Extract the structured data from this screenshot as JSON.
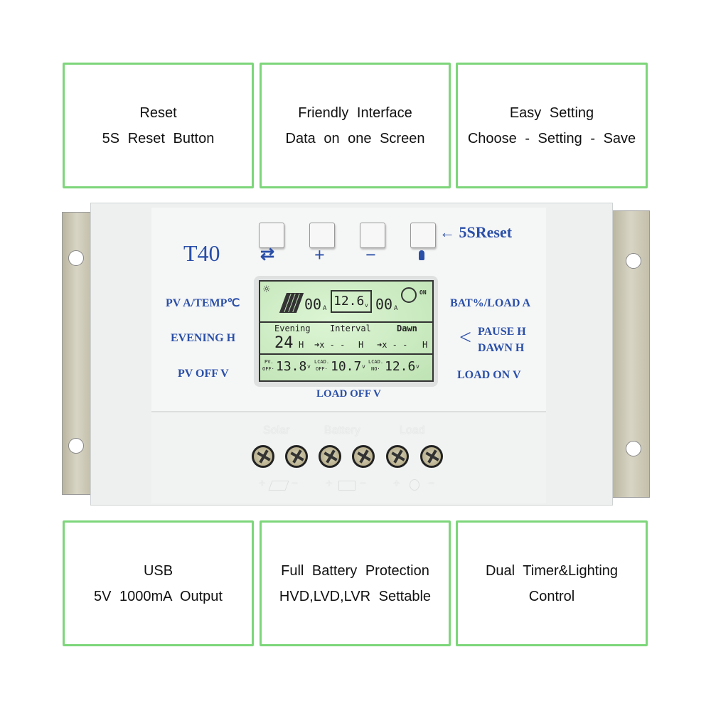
{
  "features_top": [
    {
      "line1": "Reset",
      "line2": "5S Reset Button"
    },
    {
      "line1": "Friendly Interface",
      "line2": "Data on one Screen"
    },
    {
      "line1": "Easy Setting",
      "line2": "Choose - Setting - Save"
    }
  ],
  "features_bottom": [
    {
      "line1": "USB",
      "line2": "5V 1000mA Output"
    },
    {
      "line1": "Full Battery Protection",
      "line2": "HVD,LVD,LVR Settable"
    },
    {
      "line1": "Dual Timer&Lighting",
      "line2": "Control"
    }
  ],
  "device": {
    "model": "T40",
    "reset_label": "← 5SReset",
    "buttons": [
      {
        "icon": "switch-arrows-icon",
        "symbol": "⇄"
      },
      {
        "icon": "plus-icon",
        "symbol": "+"
      },
      {
        "icon": "minus-icon",
        "symbol": "−"
      },
      {
        "icon": "bulb-icon",
        "symbol": "💡"
      }
    ],
    "labels": {
      "pv_a_temp": "PV A/TEMP℃",
      "evening_h": "EVENING H",
      "pv_off_v": "PV OFF V",
      "bat_load_a": "BAT%/LOAD A",
      "pause_h": "PAUSE H",
      "dawn_h": "DAWN H",
      "load_on_v": "LOAD ON V",
      "load_off_v": "LOAD OFF V"
    },
    "lcd": {
      "pv_current": "00",
      "pv_unit": "A",
      "battery_voltage": "12.6",
      "battery_unit": "v",
      "load_current": "00",
      "load_unit": "A",
      "load_state": "ON",
      "evening_label": "Evening",
      "interval_label": "Interval",
      "dawn_label": "Dawn",
      "evening_value": "24",
      "hour_unit": "H",
      "interval_value": "➜x - -",
      "dawn_value": "➜x - -",
      "pv_off_label1": "PV.",
      "pv_off_label2": "OFF·",
      "pv_off_value": "13.8",
      "load_off_label1": "LCAD.",
      "load_off_label2": "OFF·",
      "load_off_value": "10.7",
      "load_on_label1": "LCAD.",
      "load_on_label2": "NO·",
      "load_on_value": "12.6",
      "volt_unit": "v"
    },
    "terminals": {
      "solar": "Solar",
      "battery": "Battery",
      "load": "Load",
      "plus": "+",
      "minus": "−"
    }
  },
  "colors": {
    "border_green": "#7dd67a",
    "label_blue": "#2a4fa8",
    "lcd_green": "#c9ebc0"
  }
}
